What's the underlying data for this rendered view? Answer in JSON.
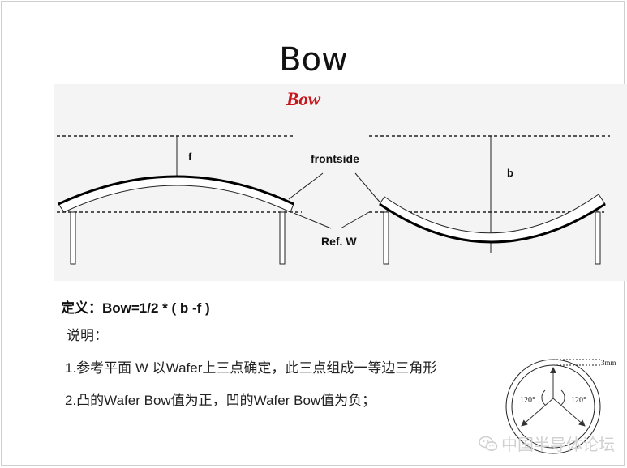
{
  "slide": {
    "title": "Bow",
    "diagram_title": "Bow",
    "labels": {
      "f": "f",
      "b": "b",
      "frontside": "frontside",
      "ref_w": "Ref. W"
    },
    "definition": "定义：Bow=1/2 * ( b -f )",
    "explain_label": "说明：",
    "notes": [
      "1.参考平面 W 以Wafer上三点确定，此三点组成一等边三角形",
      "2.凸的Wafer Bow值为正，凹的Wafer Bow值为负；"
    ],
    "wafer_diagram": {
      "edge_label": "3mm",
      "angle_left": "120°",
      "angle_right": "120°"
    },
    "watermark": "中国半导体论坛"
  },
  "colors": {
    "title_red": "#c8161d",
    "panel_gray": "#f4f4f4",
    "watermark_gray": "#d0d0d0"
  },
  "icons": {
    "watermark": "wechat-icon"
  }
}
